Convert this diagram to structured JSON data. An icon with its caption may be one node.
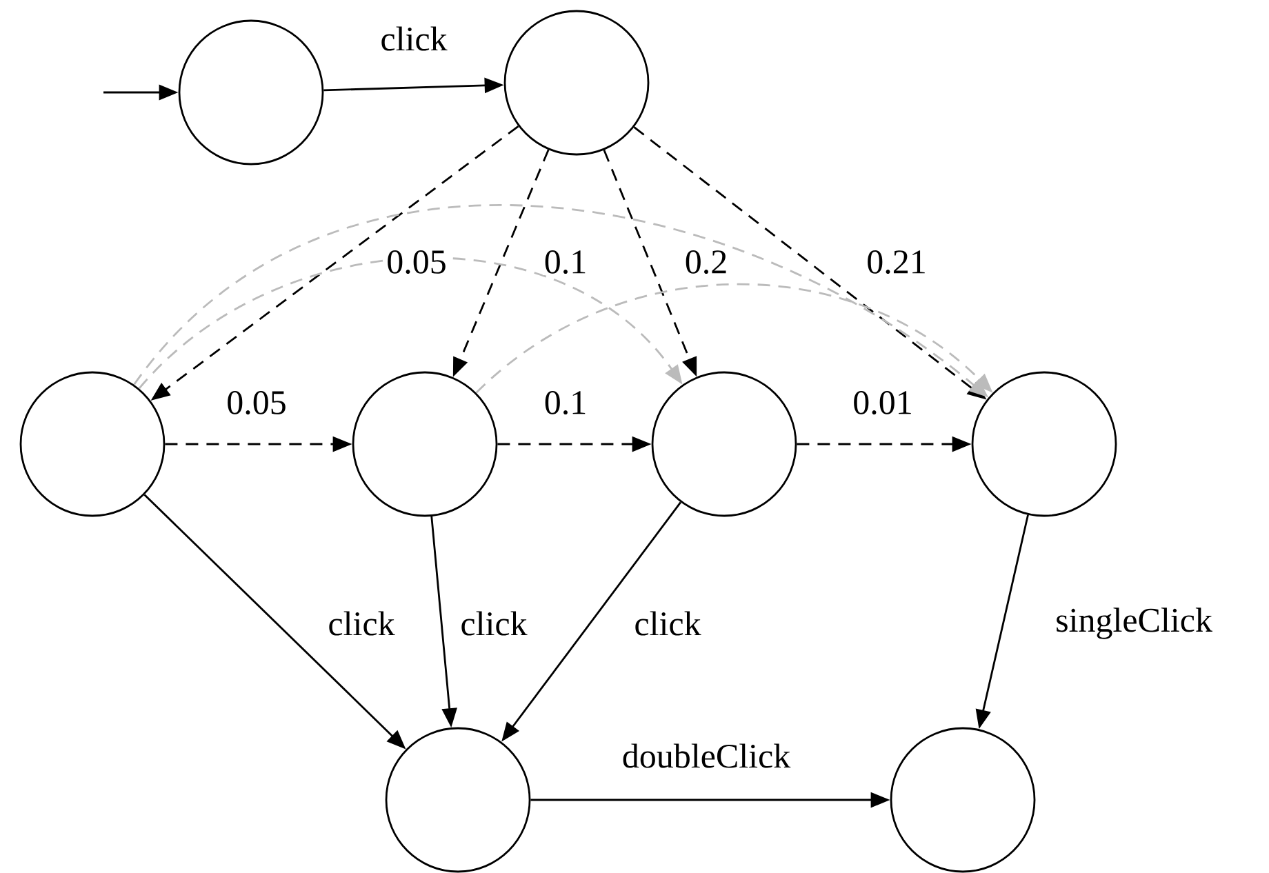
{
  "diagram": {
    "nodes": [
      {
        "text": [],
        "shape": "circle"
      },
      {
        "text": [],
        "shape": "circle"
      },
      {
        "text": [],
        "shape": "circle"
      },
      {
        "text": [],
        "shape": "circle"
      },
      {
        "text": [],
        "shape": "circle"
      },
      {
        "text": [],
        "shape": "circle"
      },
      {
        "text": [],
        "shape": "circle"
      },
      {
        "text": [],
        "shape": "circle"
      }
    ],
    "edges": [
      {
        "from": null,
        "to": 0,
        "arrow": "to"
      },
      {
        "from": 0,
        "to": 1,
        "arrow": "to",
        "label": "click"
      },
      {
        "from": 1,
        "to": 2,
        "arrow": "to",
        "label": "0.05",
        "style": "dashed"
      },
      {
        "from": 1,
        "to": 3,
        "arrow": "to",
        "label": "0.1",
        "style": "dashed"
      },
      {
        "from": 1,
        "to": 4,
        "arrow": "to",
        "label": "0.2",
        "style": "dashed"
      },
      {
        "from": 1,
        "to": 5,
        "arrow": "to",
        "label": "0.21",
        "style": "dashed"
      },
      {
        "from": 2,
        "to": 3,
        "arrow": "to",
        "label": "0.05",
        "style": "dashed"
      },
      {
        "from": 3,
        "to": 4,
        "arrow": "to",
        "label": "0.1",
        "style": "dashed"
      },
      {
        "from": 4,
        "to": 5,
        "arrow": "to",
        "label": "0.01",
        "style": "dashed"
      },
      {
        "from": 2,
        "to": 4,
        "arrow": "to",
        "style": "dashed",
        "color": "#bbbbbb"
      },
      {
        "from": 2,
        "to": 5,
        "arrow": "to",
        "style": "dashed",
        "color": "#bbbbbb"
      },
      {
        "from": 3,
        "to": 5,
        "arrow": "to",
        "style": "dashed",
        "color": "#bbbbbb"
      },
      {
        "from": 2,
        "to": 6,
        "arrow": "to",
        "label": "click"
      },
      {
        "from": 3,
        "to": 6,
        "arrow": "to",
        "label": "click"
      },
      {
        "from": 4,
        "to": 6,
        "arrow": "to",
        "label": "click"
      },
      {
        "from": 5,
        "to": 7,
        "arrow": "to",
        "label": "singleClick"
      },
      {
        "from": 6,
        "to": 7,
        "arrow": "to",
        "label": "doubleClick"
      }
    ]
  }
}
